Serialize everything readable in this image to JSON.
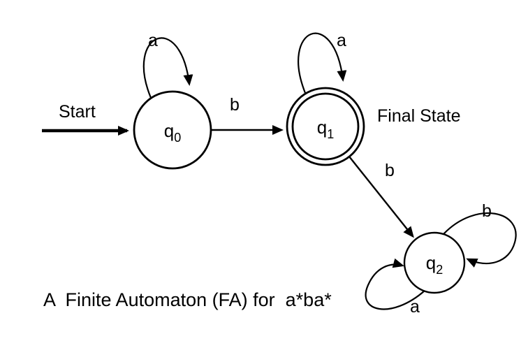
{
  "diagram": {
    "background": "#ffffff",
    "ink": "#000000",
    "caption": "A  Finite Automaton (FA) for  a*ba*",
    "start": {
      "label": "Start"
    },
    "final_state": {
      "label": "Final State"
    },
    "states": [
      {
        "id": "q0",
        "name": "q",
        "sub": "0",
        "type": "start"
      },
      {
        "id": "q1",
        "name": "q",
        "sub": "1",
        "type": "final"
      },
      {
        "id": "q2",
        "name": "q",
        "sub": "2",
        "type": "normal"
      }
    ],
    "transitions": [
      {
        "from": "q0",
        "to": "q0",
        "label": "a"
      },
      {
        "from": "q0",
        "to": "q1",
        "label": "b"
      },
      {
        "from": "q1",
        "to": "q1",
        "label": "a"
      },
      {
        "from": "q1",
        "to": "q2",
        "label": "b"
      },
      {
        "from": "q2",
        "to": "q2",
        "label": "b"
      },
      {
        "from": "q2",
        "to": "q2",
        "label": "a"
      }
    ]
  }
}
